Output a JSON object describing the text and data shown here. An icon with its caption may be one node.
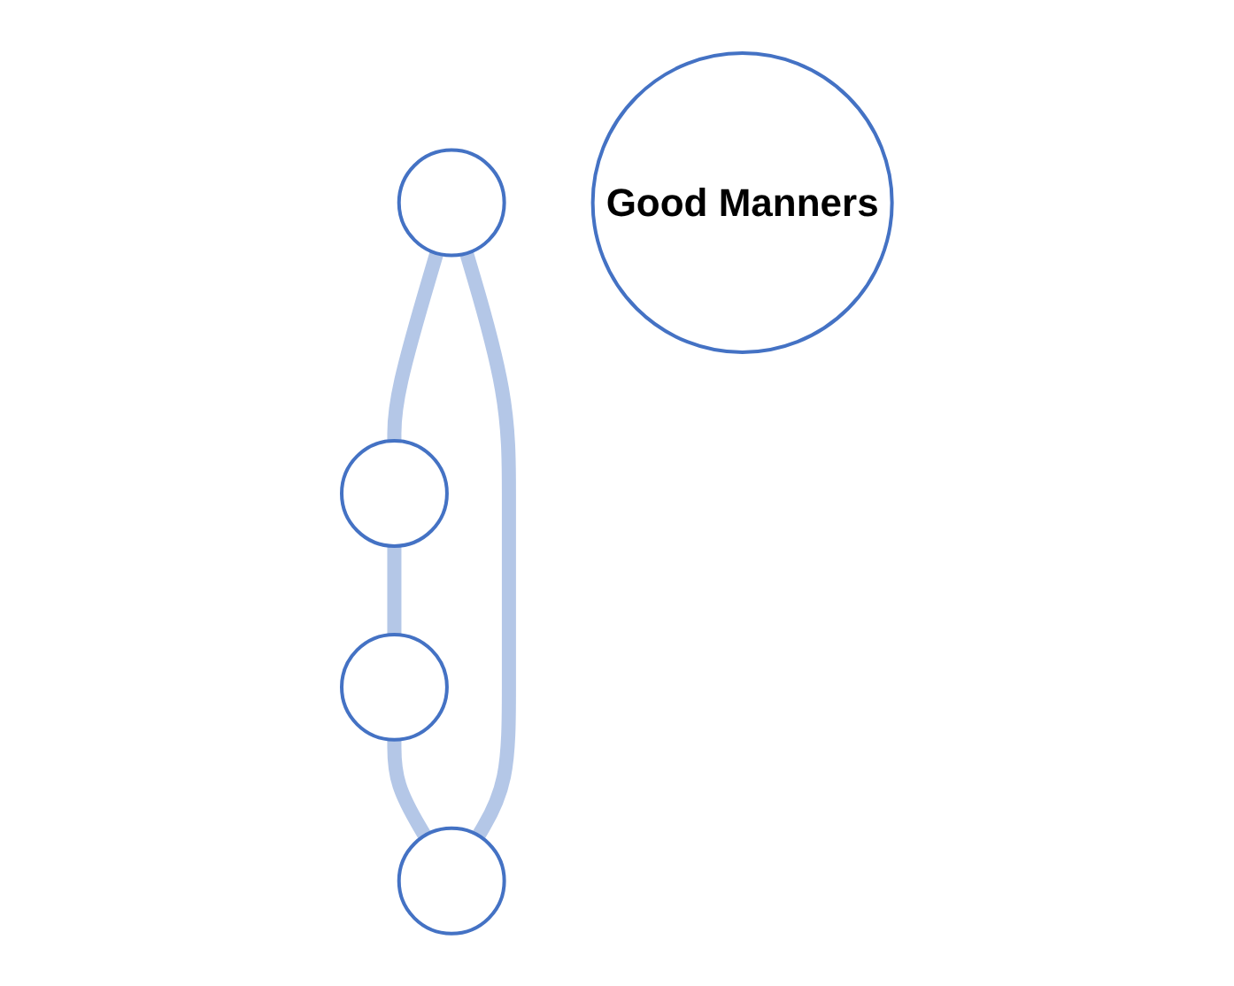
{
  "diagram": {
    "nodes": [
      {
        "text": [],
        "shape": "ellipse"
      },
      {
        "text": [],
        "shape": "ellipse"
      },
      {
        "text": [
          "Good Manners"
        ]
      },
      {
        "text": [],
        "shape": "ellipse"
      },
      {
        "text": [],
        "shape": "ellipse"
      }
    ],
    "edges": [
      {
        "from": 0,
        "to": 3,
        "arrow": "none"
      },
      {
        "from": 3,
        "to": 4,
        "arrow": "none"
      },
      {
        "from": 4,
        "to": 1,
        "arrow": "none"
      },
      {
        "from": 1,
        "to": 0,
        "arrow": "none"
      }
    ]
  }
}
